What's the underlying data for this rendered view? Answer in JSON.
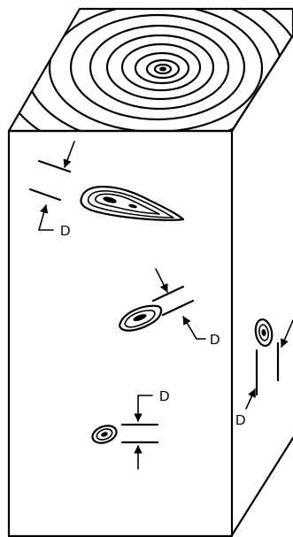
{
  "labels": {
    "d1": "D",
    "d2": "D",
    "d3": "D",
    "d4": "D"
  }
}
